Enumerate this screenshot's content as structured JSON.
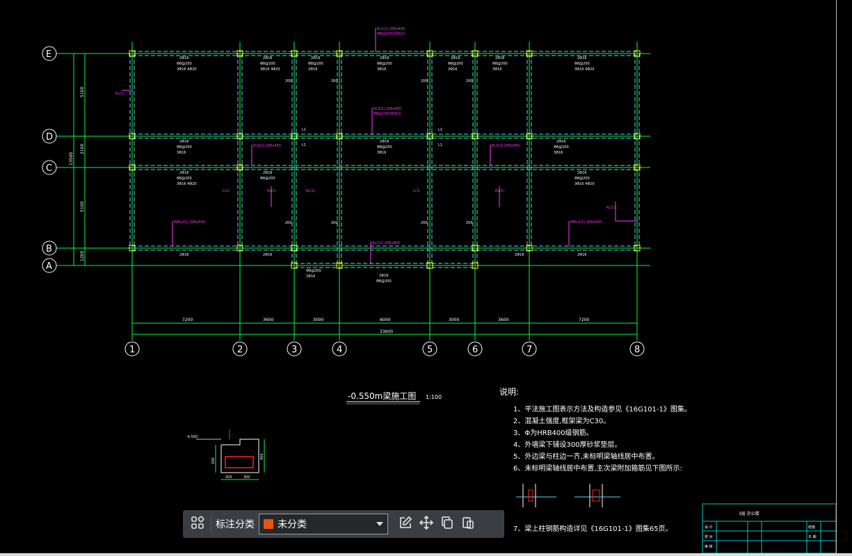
{
  "drawing": {
    "title": "-0.550m梁施工图",
    "scale": "1:100",
    "axes_letters": [
      "E",
      "D",
      "C",
      "B",
      "A"
    ],
    "axes_numbers": [
      "1",
      "2",
      "3",
      "4",
      "5",
      "6",
      "7",
      "8"
    ],
    "span_dims": [
      "7200",
      "3600",
      "3000",
      "6000",
      "3000",
      "3600",
      "7200"
    ],
    "total_dim": "33600",
    "left_dims": [
      "5100",
      "2100",
      "5100",
      "1200"
    ],
    "left_total": "13500",
    "beam_labels": [
      "KL1(1) 200x400",
      "WKL2(1) 200x500",
      "KL3(2) 200x450",
      "L1",
      "L1"
    ],
    "section": {
      "label": "-0.550",
      "dims": [
        "200",
        "300",
        "450",
        "200"
      ]
    },
    "notes_title": "说明:",
    "notes": [
      "1、平法施工图表示方法及构造参见《16G101-1》图集。",
      "2、混凝土强度,框架梁为C30。",
      "3、Φ为HRB400级钢筋。",
      "4、外墙梁下铺设300厚砂浆垫层。",
      "5、外边梁与柱边一齐,未标明梁轴线居中布置。",
      "6、未标明梁轴线居中布置,主次梁附加箍筋见下图所示:",
      "7、梁上柱钢筋构造详见《16G101-1》图集65页。"
    ],
    "title_block": {
      "project": "3层 办公楼",
      "rows": [
        "设 计",
        "校 对",
        "审 核"
      ],
      "right_cells": [
        "结施",
        "日 期"
      ]
    }
  },
  "toolbar": {
    "label": "标注分类",
    "category_value": "未分类",
    "category_color": "#e8550e"
  },
  "colors": {
    "grid": "#00ff3c",
    "beam": "#5bd3ff",
    "column": "#ffff00",
    "anno": "#ff3cff"
  }
}
